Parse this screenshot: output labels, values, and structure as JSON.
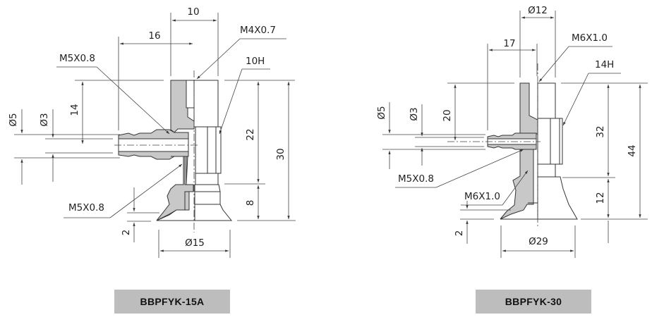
{
  "drawings": [
    {
      "model": "BBPFYK-15A",
      "dimensions": {
        "top_width": "10",
        "elbow_width": "16",
        "port_thread": "M4X0.7",
        "hex_size": "10H",
        "side_thread": "M5X0.8",
        "outer_dia": "Ø5",
        "inner_dia": "Ø3",
        "elbow_height": "14",
        "upper_height": "22",
        "total_height": "30",
        "cup_height": "8",
        "lower_thread": "M5X0.8",
        "lip_height": "2",
        "cup_dia": "Ø15"
      }
    },
    {
      "model": "BBPFYK-30",
      "dimensions": {
        "top_width": "Ø12",
        "elbow_width": "17",
        "port_thread": "M6X1.0",
        "hex_size": "14H",
        "outer_dia": "Ø5",
        "inner_dia": "Ø3",
        "elbow_height": "20",
        "upper_height": "32",
        "total_height": "44",
        "side_thread": "M5X0.8",
        "lower_thread": "M6X1.0",
        "cup_height": "12",
        "lip_height": "2",
        "cup_dia": "Ø29"
      }
    }
  ],
  "colors": {
    "label_bg": "#bdbdbd",
    "section_fill": "#c8c8c8"
  }
}
